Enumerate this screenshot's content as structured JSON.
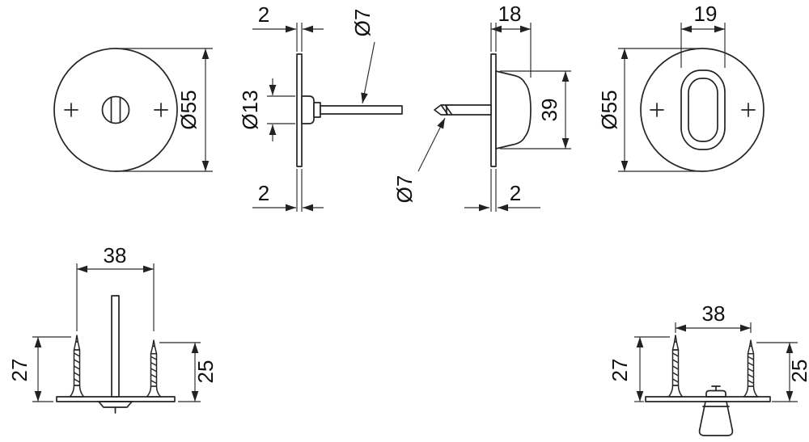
{
  "colors": {
    "line": "#242424",
    "background": "#ffffff"
  },
  "views": {
    "front_left": {
      "diameter": "Ø55"
    },
    "side_left": {
      "thickness_top": "2",
      "thickness_bottom": "2",
      "spindle_dia": "Ø7",
      "hub_dia": "Ø13"
    },
    "side_right": {
      "depth": "18",
      "height": "39",
      "spindle_dia": "Ø7",
      "thickness": "2"
    },
    "front_right": {
      "turn_width": "19",
      "diameter": "Ø55"
    },
    "fixing_left": {
      "spacing": "38",
      "screw_left": "27",
      "screw_right": "25"
    },
    "fixing_right": {
      "spacing": "38",
      "screw_left": "27",
      "screw_right": "25"
    }
  }
}
